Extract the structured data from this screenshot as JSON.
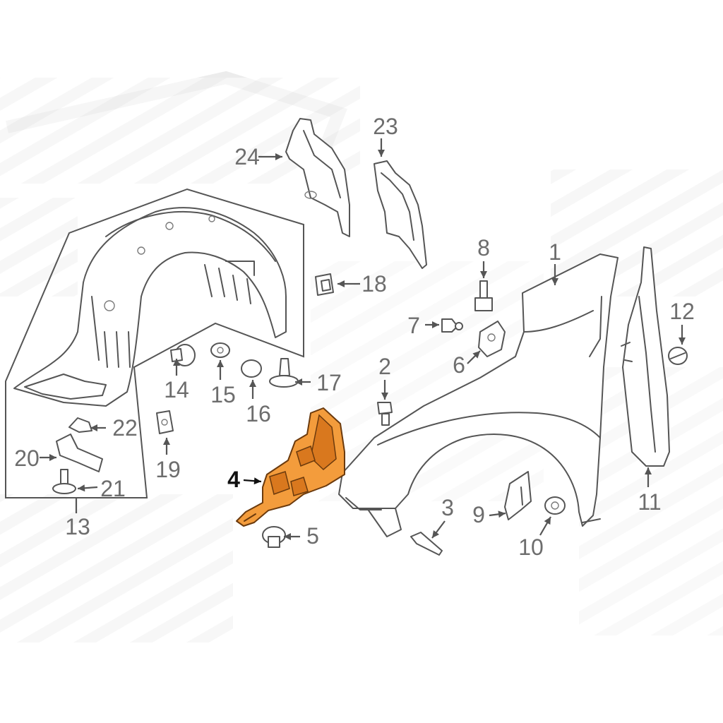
{
  "diagram": {
    "highlight_color": "#f39c3c",
    "line_color": "#555555",
    "callouts": [
      {
        "id": "c1",
        "label": "1"
      },
      {
        "id": "c2",
        "label": "2"
      },
      {
        "id": "c3",
        "label": "3"
      },
      {
        "id": "c4",
        "label": "4",
        "highlighted": true
      },
      {
        "id": "c5",
        "label": "5"
      },
      {
        "id": "c6",
        "label": "6"
      },
      {
        "id": "c7",
        "label": "7"
      },
      {
        "id": "c8",
        "label": "8"
      },
      {
        "id": "c9",
        "label": "9"
      },
      {
        "id": "c10",
        "label": "10"
      },
      {
        "id": "c11",
        "label": "11"
      },
      {
        "id": "c12",
        "label": "12"
      },
      {
        "id": "c13",
        "label": "13"
      },
      {
        "id": "c14",
        "label": "14"
      },
      {
        "id": "c15",
        "label": "15"
      },
      {
        "id": "c16",
        "label": "16"
      },
      {
        "id": "c17",
        "label": "17"
      },
      {
        "id": "c18",
        "label": "18"
      },
      {
        "id": "c19",
        "label": "19"
      },
      {
        "id": "c20",
        "label": "20"
      },
      {
        "id": "c21",
        "label": "21"
      },
      {
        "id": "c22",
        "label": "22"
      },
      {
        "id": "c23",
        "label": "23"
      },
      {
        "id": "c24",
        "label": "24"
      }
    ]
  }
}
